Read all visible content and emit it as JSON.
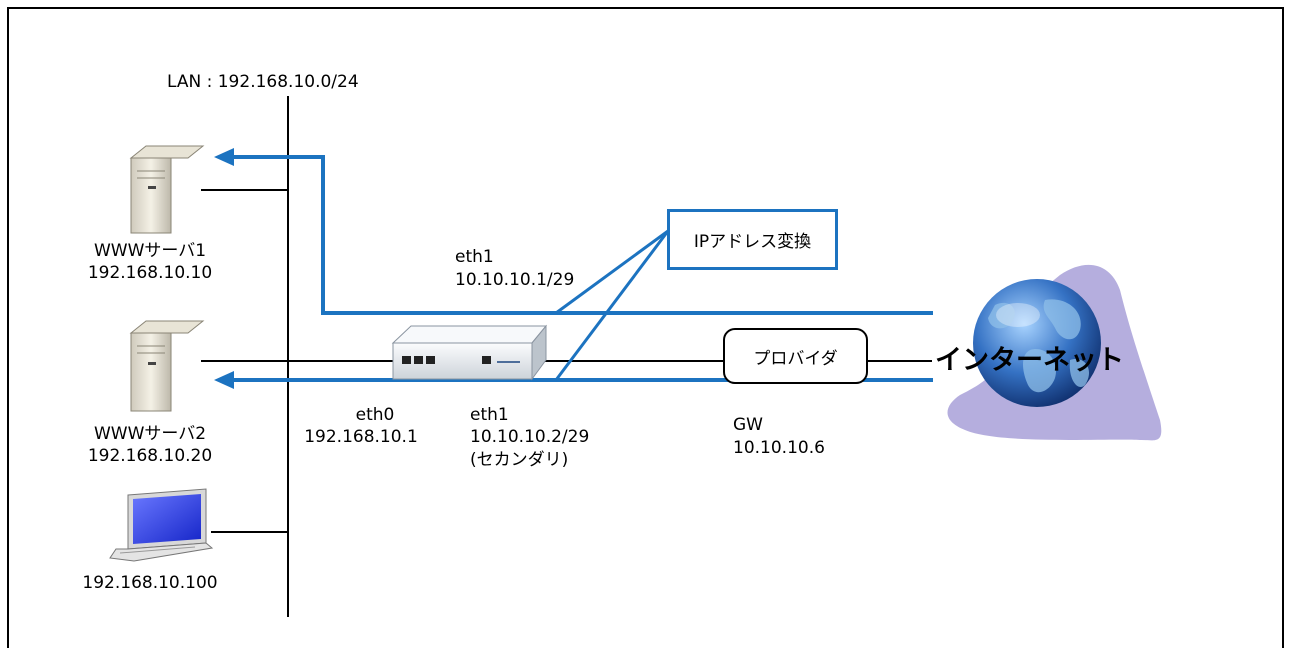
{
  "lan_label": "LAN : 192.168.10.0/24",
  "server1": {
    "name": "WWWサーバ1",
    "ip": "192.168.10.10"
  },
  "server2": {
    "name": "WWWサーバ2",
    "ip": "192.168.10.20"
  },
  "pc": {
    "ip": "192.168.10.100"
  },
  "router": {
    "eth0_name": "eth0",
    "eth0_ip": "192.168.10.1",
    "eth1_primary_name": "eth1",
    "eth1_primary_ip": "10.10.10.1/29",
    "eth1_secondary_name": "eth1",
    "eth1_secondary_ip": "10.10.10.2/29",
    "eth1_secondary_note": "(セカンダリ)"
  },
  "nat_label": "IPアドレス変換",
  "provider_label": "プロバイダ",
  "gateway": {
    "name": "GW",
    "ip": "10.10.10.6"
  },
  "internet_label": "インターネット",
  "colors": {
    "flow": "#1c73c0",
    "line": "#000000",
    "cloud": "#a8a0d8",
    "globe": "#2a5fa8"
  },
  "icons": [
    "server-tower-icon",
    "server-tower-icon",
    "laptop-icon",
    "router-icon",
    "globe-icon"
  ]
}
